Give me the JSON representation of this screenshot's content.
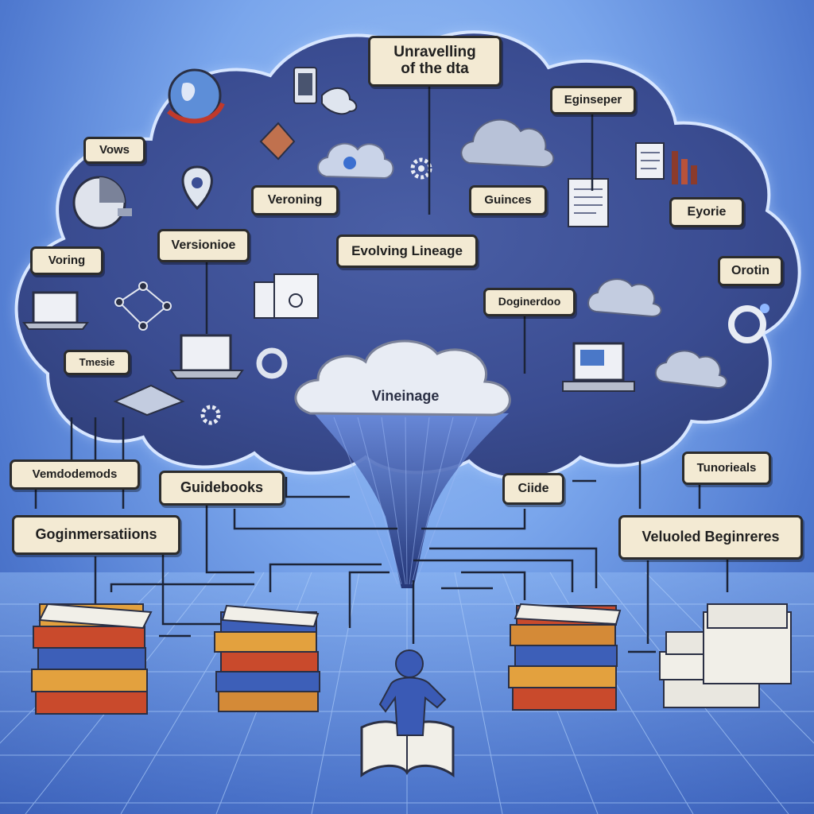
{
  "title": {
    "line1": "Unravelling",
    "line2": "of the dta"
  },
  "cloud_labels": {
    "vows": "Vows",
    "veroning": "Veroning",
    "versionioe": "Versionioe",
    "voring": "Voring",
    "tmesie": "Tmesie",
    "evolving_lineage": "Evolving Lineage",
    "guinces": "Guinces",
    "eginseper": "Eginseper",
    "eyorie": "Eyorie",
    "orotin": "Orotin",
    "doginerdoo": "Doginerdoo",
    "vineinage": "Vineinage"
  },
  "bottom_labels": {
    "vemdodemods": "Vemdodemods",
    "guidebooks": "Guidebooks",
    "ciide": "Ciide",
    "tunorieals": "Tunorieals",
    "goginmersatiions": "Goginmersatiions",
    "veluoled_beginreres": "Veluoled Beginreres"
  },
  "colors": {
    "cloud": "#3b4e94",
    "label_bg": "#f3ead3",
    "funnel": "#2a3f9a",
    "background": "#7aa6ec"
  },
  "icons": [
    "globe-icon",
    "phone-icon",
    "cloud-icon",
    "gear-icon",
    "document-icon",
    "bar-chart-icon",
    "laptop-icon",
    "pie-chart-icon",
    "network-icon",
    "map-pin-icon",
    "monitor-icon",
    "book-stack-icon",
    "person-icon",
    "open-book-icon"
  ]
}
